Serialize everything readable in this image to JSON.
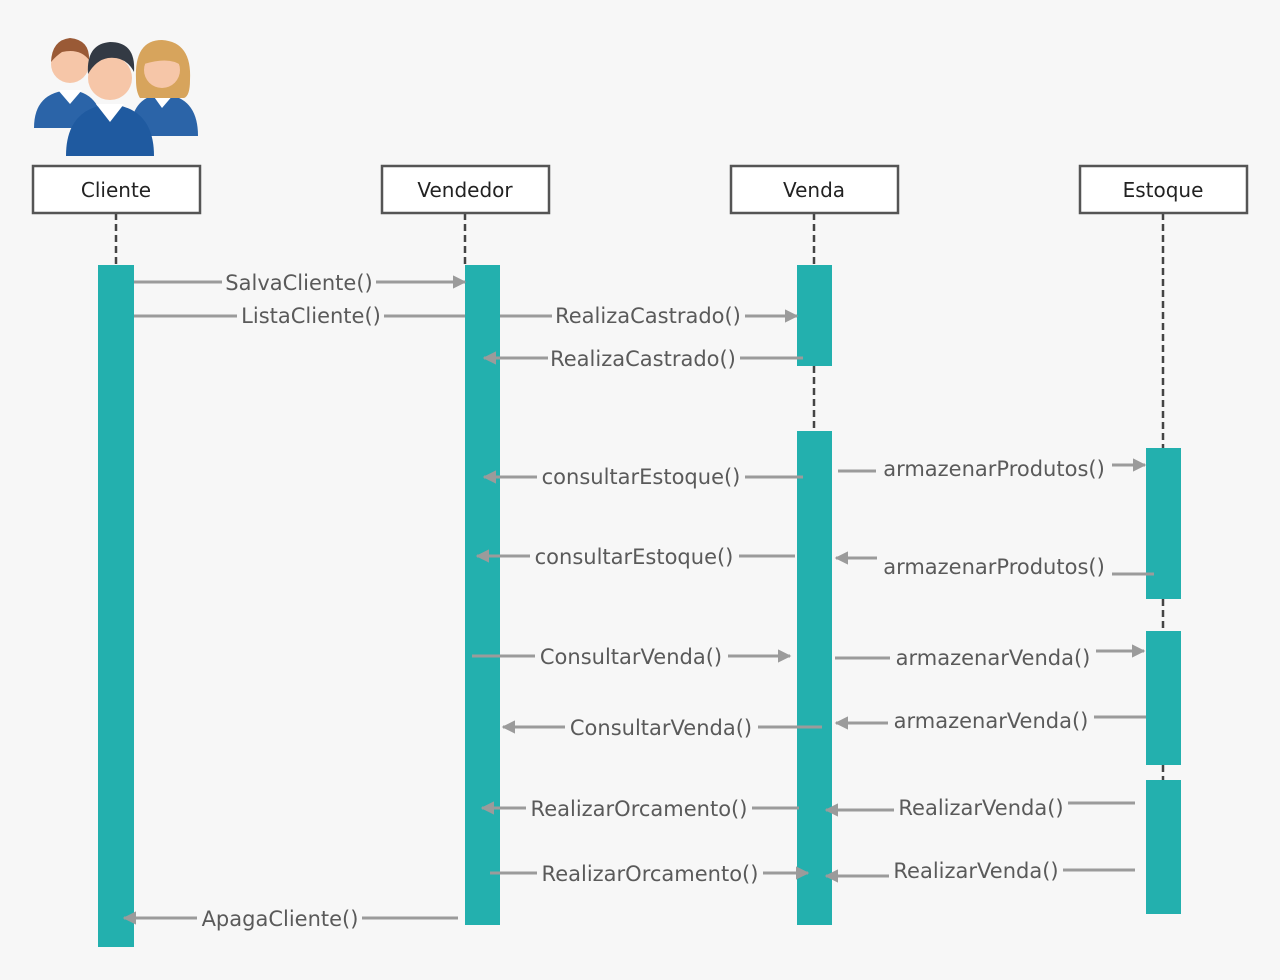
{
  "participants": [
    {
      "id": "cliente",
      "label": "Cliente"
    },
    {
      "id": "vendedor",
      "label": "Vendedor"
    },
    {
      "id": "venda",
      "label": "Venda"
    },
    {
      "id": "estoque",
      "label": "Estoque"
    }
  ],
  "messages": [
    {
      "id": "m01",
      "label": "SalvaCliente()"
    },
    {
      "id": "m02",
      "label": "ListaCliente()"
    },
    {
      "id": "m03",
      "label": "RealizaCastrado()"
    },
    {
      "id": "m04",
      "label": "RealizaCastrado()"
    },
    {
      "id": "m05",
      "label": "consultarEstoque()"
    },
    {
      "id": "m06",
      "label": "armazenarProdutos()"
    },
    {
      "id": "m07",
      "label": "consultarEstoque()"
    },
    {
      "id": "m08",
      "label": "armazenarProdutos()"
    },
    {
      "id": "m09",
      "label": "ConsultarVenda()"
    },
    {
      "id": "m10",
      "label": "armazenarVenda()"
    },
    {
      "id": "m11",
      "label": "ConsultarVenda()"
    },
    {
      "id": "m12",
      "label": "armazenarVenda()"
    },
    {
      "id": "m13",
      "label": "RealizarOrcamento()"
    },
    {
      "id": "m14",
      "label": "RealizarVenda()"
    },
    {
      "id": "m15",
      "label": "RealizarOrcamento()"
    },
    {
      "id": "m16",
      "label": "RealizarVenda()"
    },
    {
      "id": "m17",
      "label": "ApagaCliente()"
    }
  ],
  "icon": "users-group-icon",
  "colors": {
    "activation": "#23b0ae",
    "arrow": "#9b9b9b",
    "box_border": "#555555",
    "label": "#5a5a5a"
  }
}
